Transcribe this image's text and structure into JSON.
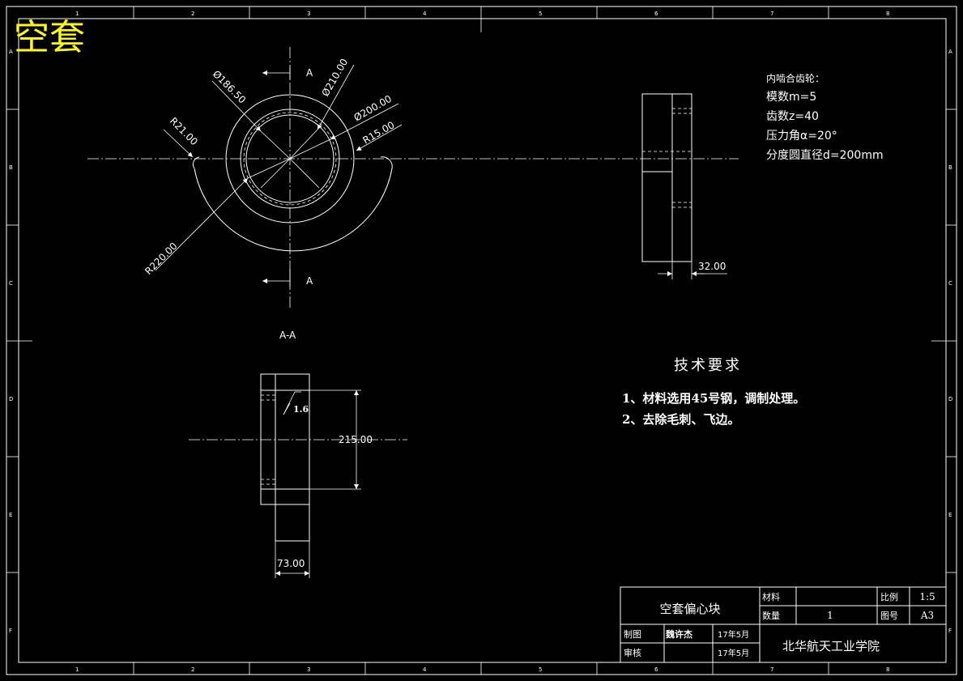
{
  "title_overlay": "空套",
  "border": {
    "col_numbers": [
      "1",
      "2",
      "3",
      "4",
      "5",
      "6",
      "7",
      "8"
    ],
    "row_letters": [
      "A",
      "B",
      "C",
      "D",
      "E",
      "F"
    ]
  },
  "front_view": {
    "dims": {
      "d186": "Ø186.50",
      "d210": "Ø210.00",
      "d200": "Ø200.00",
      "r15": "R15.00",
      "r21": "R21.00",
      "r220": "R220.00"
    },
    "section_mark_top": "A",
    "section_mark_bottom": "A"
  },
  "side_view": {
    "width_dim": "32.00"
  },
  "section_view": {
    "label": "A-A",
    "height_dim": "215.00",
    "width_dim": "73.00",
    "roughness": "1.6"
  },
  "gear_params": {
    "heading": "内啮合齿轮：",
    "lines": [
      "模数m=5",
      "齿数z=40",
      "压力角α=20°",
      "分度圆直径d=200mm"
    ]
  },
  "tech_req": {
    "heading": "技术要求",
    "items": [
      "1、材料选用45号钢，调制处理。",
      "2、去除毛刺、飞边。"
    ]
  },
  "title_block": {
    "part_name": "空套偏心块",
    "material_label": "材料",
    "material_value": "",
    "scale_label": "比例",
    "scale_value": "1:5",
    "qty_label": "数量",
    "qty_value": "1",
    "sheet_label": "图号",
    "sheet_value": "A3",
    "drawn_label": "制图",
    "drawn_name": "魏许杰",
    "drawn_date": "17年5月",
    "checked_label": "审核",
    "checked_name": "",
    "checked_date": "17年5月",
    "school": "北华航天工业学院"
  }
}
